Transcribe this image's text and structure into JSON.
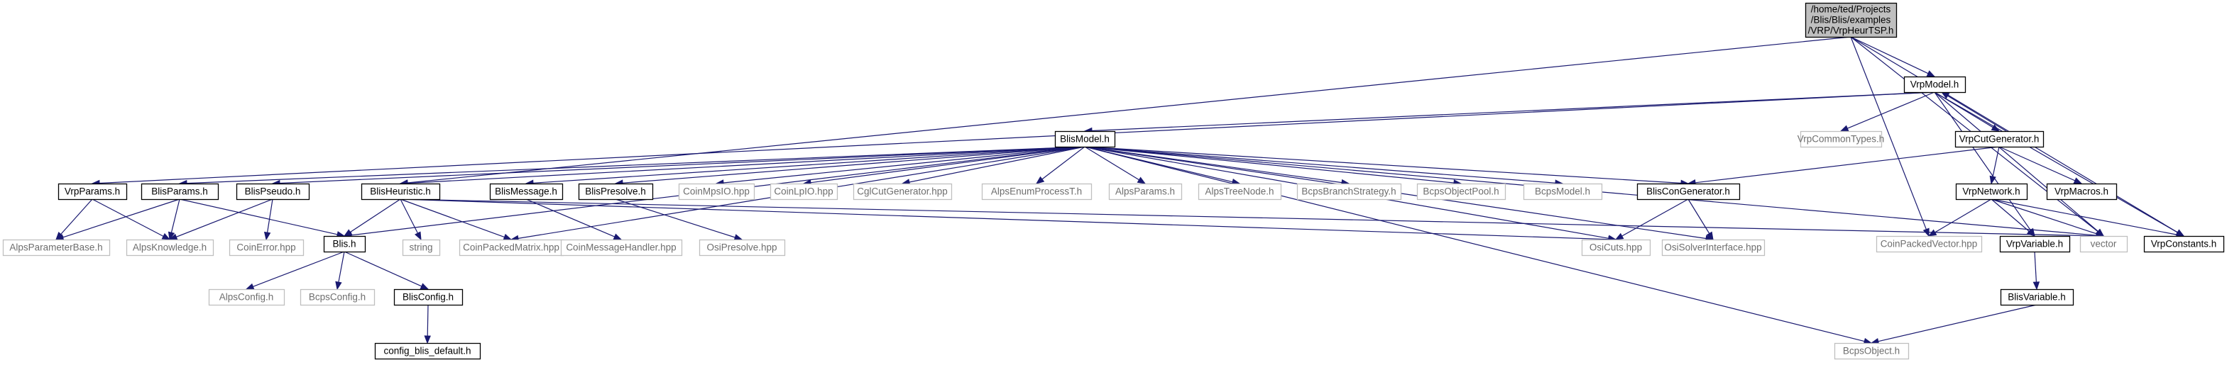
{
  "diagram": {
    "colors": {
      "edge": "#191970",
      "documented_border": "#000000",
      "external_border": "#bfbfbf",
      "external_text": "#6e6e6e",
      "root_fill": "#bfbfbf",
      "node_fill": "#ffffff"
    },
    "nodes": [
      {
        "id": "root",
        "lines": [
          "/home/ted/Projects",
          "/Blis/Blis/examples",
          "/VRP/VrpHeurTSP.h"
        ],
        "kind": "root"
      },
      {
        "id": "vrpmodel",
        "lines": [
          "VrpModel.h"
        ],
        "kind": "doc"
      },
      {
        "id": "blismodel",
        "lines": [
          "BlisModel.h"
        ],
        "kind": "doc"
      },
      {
        "id": "vrpcommontypes",
        "lines": [
          "VrpCommonTypes.h"
        ],
        "kind": "ext"
      },
      {
        "id": "vrpcutgen",
        "lines": [
          "VrpCutGenerator.h"
        ],
        "kind": "doc"
      },
      {
        "id": "vrpparams",
        "lines": [
          "VrpParams.h"
        ],
        "kind": "doc"
      },
      {
        "id": "blisparams",
        "lines": [
          "BlisParams.h"
        ],
        "kind": "doc"
      },
      {
        "id": "blispseudo",
        "lines": [
          "BlisPseudo.h"
        ],
        "kind": "doc"
      },
      {
        "id": "blisheuristic",
        "lines": [
          "BlisHeuristic.h"
        ],
        "kind": "doc"
      },
      {
        "id": "blismessage",
        "lines": [
          "BlisMessage.h"
        ],
        "kind": "doc"
      },
      {
        "id": "blispresolve",
        "lines": [
          "BlisPresolve.h"
        ],
        "kind": "doc"
      },
      {
        "id": "coinmpsio",
        "lines": [
          "CoinMpsIO.hpp"
        ],
        "kind": "ext"
      },
      {
        "id": "coinlpio",
        "lines": [
          "CoinLpIO.hpp"
        ],
        "kind": "ext"
      },
      {
        "id": "cglcutgen",
        "lines": [
          "CglCutGenerator.hpp"
        ],
        "kind": "ext"
      },
      {
        "id": "alpsenum",
        "lines": [
          "AlpsEnumProcessT.h"
        ],
        "kind": "ext"
      },
      {
        "id": "alpsparams",
        "lines": [
          "AlpsParams.h"
        ],
        "kind": "ext"
      },
      {
        "id": "alpstreenode",
        "lines": [
          "AlpsTreeNode.h"
        ],
        "kind": "ext"
      },
      {
        "id": "bcpsbranch",
        "lines": [
          "BcpsBranchStrategy.h"
        ],
        "kind": "ext"
      },
      {
        "id": "bcpsobjpool",
        "lines": [
          "BcpsObjectPool.h"
        ],
        "kind": "ext"
      },
      {
        "id": "bcpsmodel",
        "lines": [
          "BcpsModel.h"
        ],
        "kind": "ext"
      },
      {
        "id": "bliscongen",
        "lines": [
          "BlisConGenerator.h"
        ],
        "kind": "doc"
      },
      {
        "id": "vrpnetwork",
        "lines": [
          "VrpNetwork.h"
        ],
        "kind": "doc"
      },
      {
        "id": "vrpmacros",
        "lines": [
          "VrpMacros.h"
        ],
        "kind": "doc"
      },
      {
        "id": "alpsparambase",
        "lines": [
          "AlpsParameterBase.h"
        ],
        "kind": "ext"
      },
      {
        "id": "alpsknowledge",
        "lines": [
          "AlpsKnowledge.h"
        ],
        "kind": "ext"
      },
      {
        "id": "coinerror",
        "lines": [
          "CoinError.hpp"
        ],
        "kind": "ext"
      },
      {
        "id": "blish",
        "lines": [
          "Blis.h"
        ],
        "kind": "doc"
      },
      {
        "id": "string",
        "lines": [
          "string"
        ],
        "kind": "ext"
      },
      {
        "id": "coinpackedmatrix",
        "lines": [
          "CoinPackedMatrix.hpp"
        ],
        "kind": "ext"
      },
      {
        "id": "coinmsghandler",
        "lines": [
          "CoinMessageHandler.hpp"
        ],
        "kind": "ext"
      },
      {
        "id": "osipresolve",
        "lines": [
          "OsiPresolve.hpp"
        ],
        "kind": "ext"
      },
      {
        "id": "osicuts",
        "lines": [
          "OsiCuts.hpp"
        ],
        "kind": "ext"
      },
      {
        "id": "osisolver",
        "lines": [
          "OsiSolverInterface.hpp"
        ],
        "kind": "ext"
      },
      {
        "id": "coinpackedvector",
        "lines": [
          "CoinPackedVector.hpp"
        ],
        "kind": "ext"
      },
      {
        "id": "vrpvariable",
        "lines": [
          "VrpVariable.h"
        ],
        "kind": "doc"
      },
      {
        "id": "vector",
        "lines": [
          "vector"
        ],
        "kind": "ext"
      },
      {
        "id": "vrpconstants",
        "lines": [
          "VrpConstants.h"
        ],
        "kind": "doc"
      },
      {
        "id": "alpsconfig",
        "lines": [
          "AlpsConfig.h"
        ],
        "kind": "ext"
      },
      {
        "id": "bcpsconfig",
        "lines": [
          "BcpsConfig.h"
        ],
        "kind": "ext"
      },
      {
        "id": "blisconfig",
        "lines": [
          "BlisConfig.h"
        ],
        "kind": "doc"
      },
      {
        "id": "blisvariable",
        "lines": [
          "BlisVariable.h"
        ],
        "kind": "doc"
      },
      {
        "id": "bcpsobject",
        "lines": [
          "BcpsObject.h"
        ],
        "kind": "ext"
      },
      {
        "id": "configblis",
        "lines": [
          "config_blis_default.h"
        ],
        "kind": "doc"
      }
    ],
    "edges": [
      [
        "root",
        "vrpmodel"
      ],
      [
        "root",
        "blisheuristic"
      ],
      [
        "root",
        "coinpackedvector"
      ],
      [
        "root",
        "vector"
      ],
      [
        "root",
        "vrpconstants"
      ],
      [
        "vrpmodel",
        "vrpparams"
      ],
      [
        "vrpmodel",
        "blismodel"
      ],
      [
        "vrpmodel",
        "vrpcommontypes"
      ],
      [
        "vrpmodel",
        "vrpcutgen"
      ],
      [
        "vrpmodel",
        "vrpvariable"
      ],
      [
        "vrpmodel",
        "vector"
      ],
      [
        "vrpmodel",
        "vrpconstants"
      ],
      [
        "blismodel",
        "blisparams"
      ],
      [
        "blismodel",
        "blispseudo"
      ],
      [
        "blismodel",
        "blisheuristic"
      ],
      [
        "blismodel",
        "blismessage"
      ],
      [
        "blismodel",
        "blispresolve"
      ],
      [
        "blismodel",
        "coinmpsio"
      ],
      [
        "blismodel",
        "coinlpio"
      ],
      [
        "blismodel",
        "cglcutgen"
      ],
      [
        "blismodel",
        "alpsenum"
      ],
      [
        "blismodel",
        "alpsparams"
      ],
      [
        "blismodel",
        "alpstreenode"
      ],
      [
        "blismodel",
        "bcpsbranch"
      ],
      [
        "blismodel",
        "bcpsobjpool"
      ],
      [
        "blismodel",
        "bcpsmodel"
      ],
      [
        "blismodel",
        "bliscongen"
      ],
      [
        "blismodel",
        "blish"
      ],
      [
        "blismodel",
        "coinpackedmatrix"
      ],
      [
        "blismodel",
        "osicuts"
      ],
      [
        "blismodel",
        "osisolver"
      ],
      [
        "blismodel",
        "vector"
      ],
      [
        "blismodel",
        "bcpsobject"
      ],
      [
        "vrpcutgen",
        "vrpmodel"
      ],
      [
        "vrpcutgen",
        "bliscongen"
      ],
      [
        "vrpcutgen",
        "vrpnetwork"
      ],
      [
        "vrpcutgen",
        "vrpmacros"
      ],
      [
        "vrpparams",
        "alpsparambase"
      ],
      [
        "vrpparams",
        "alpsknowledge"
      ],
      [
        "blisparams",
        "alpsparambase"
      ],
      [
        "blisparams",
        "alpsknowledge"
      ],
      [
        "blisparams",
        "blish"
      ],
      [
        "blispseudo",
        "alpsknowledge"
      ],
      [
        "blispseudo",
        "coinerror"
      ],
      [
        "blisheuristic",
        "blish"
      ],
      [
        "blisheuristic",
        "string"
      ],
      [
        "blisheuristic",
        "coinpackedmatrix"
      ],
      [
        "blisheuristic",
        "osicuts"
      ],
      [
        "blisheuristic",
        "vector"
      ],
      [
        "blismessage",
        "coinmsghandler"
      ],
      [
        "blispresolve",
        "osipresolve"
      ],
      [
        "bliscongen",
        "osicuts"
      ],
      [
        "bliscongen",
        "osisolver"
      ],
      [
        "vrpnetwork",
        "coinpackedvector"
      ],
      [
        "vrpnetwork",
        "vrpvariable"
      ],
      [
        "vrpnetwork",
        "vector"
      ],
      [
        "vrpnetwork",
        "vrpconstants"
      ],
      [
        "blish",
        "alpsconfig"
      ],
      [
        "blish",
        "bcpsconfig"
      ],
      [
        "blish",
        "blisconfig"
      ],
      [
        "blisconfig",
        "configblis"
      ],
      [
        "vrpvariable",
        "blisvariable"
      ],
      [
        "blisvariable",
        "bcpsobject"
      ]
    ]
  }
}
